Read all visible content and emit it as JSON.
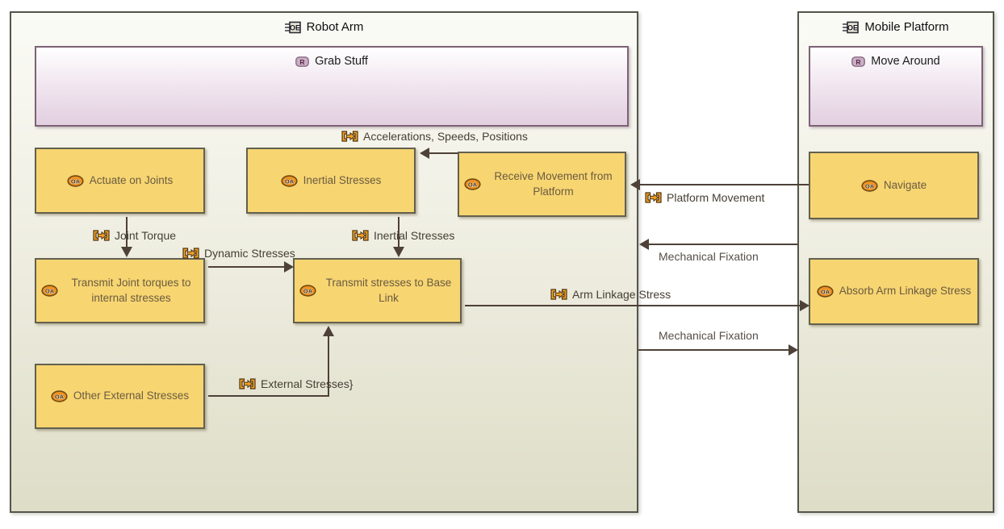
{
  "entities": {
    "robot_arm": {
      "title": "Robot Arm",
      "capability": "Grab Stuff",
      "activities": {
        "actuate": "Actuate on Joints",
        "inertial": "Inertial Stresses",
        "receive": "Receive Movement from Platform",
        "transmit_joint": "Transmit Joint torques to internal stresses",
        "transmit_base": "Transmit stresses to Base Link",
        "other_external": "Other External Stresses"
      }
    },
    "mobile_platform": {
      "title": "Mobile Platform",
      "capability": "Move Around",
      "activities": {
        "navigate": "Navigate",
        "absorb": "Absorb Arm Linkage Stress"
      }
    }
  },
  "exchanges": {
    "accelerations": "Accelerations, Speeds, Positions",
    "joint_torque": "Joint Torque",
    "dynamic_stresses": "Dynamic Stresses",
    "inertial_stresses": "Inertial Stresses",
    "external_stresses": "External Stresses}",
    "platform_movement": "Platform Movement",
    "arm_linkage_stress": "Arm Linkage Stress",
    "mechanical_fixation_top": "Mechanical Fixation",
    "mechanical_fixation_bottom": "Mechanical Fixation"
  },
  "icons": {
    "operational_entity": "OE",
    "role": "R",
    "operational_activity": "OA"
  },
  "colors": {
    "activity_fill": "#f7d571",
    "activity_border": "#62604f",
    "activity_text": "#6a5b41",
    "capability_fill": "#e2cfe0",
    "capability_border": "#7d6276",
    "entity_fill_top": "#fbfbf6",
    "entity_fill_bottom": "#deddc7",
    "entity_border": "#55554b",
    "edge": "#4e4138",
    "icon_orange": "#f0a125"
  }
}
